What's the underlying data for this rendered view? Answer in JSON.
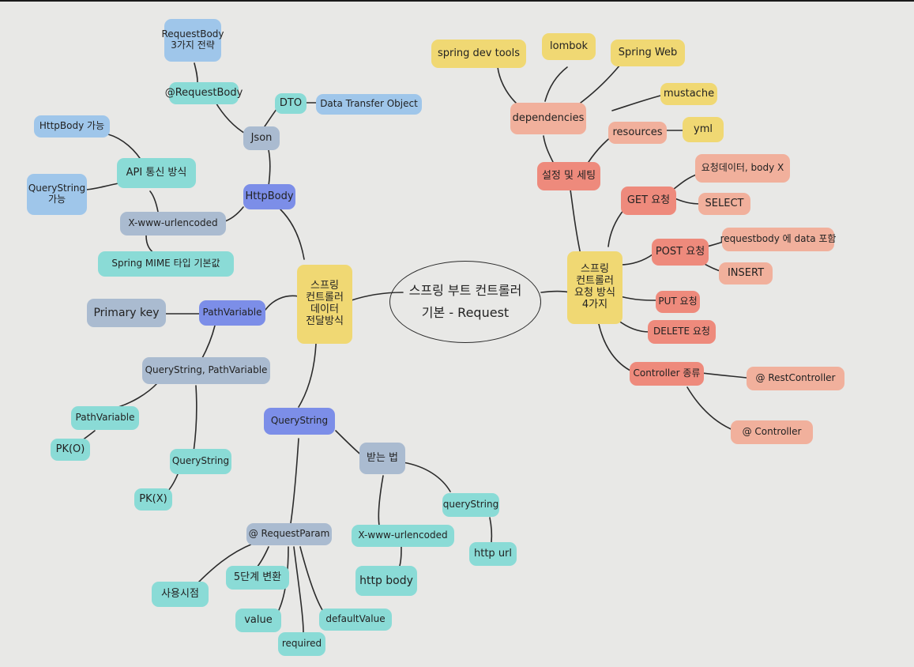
{
  "mindmap": {
    "center": {
      "line1": "스프링 부트 컨트롤러",
      "line2": "기본 - Request"
    },
    "left_hub": {
      "l1": "스프링",
      "l2": "컨트롤러",
      "l3": "데이터",
      "l4": "전달방식"
    },
    "right_hub": {
      "l1": "스프링",
      "l2": "컨트롤러",
      "l3": "요청 방식",
      "l4": "4가지"
    },
    "left": {
      "requestbody_3": {
        "l1": "RequestBody",
        "l2": "3가지 전략"
      },
      "at_requestbody": "@RequestBody",
      "dto": "DTO",
      "data_transfer_object": "Data Transfer Object",
      "json": "Json",
      "httpbody": "HttpBody",
      "httpbody_ok": "HttpBody 가능",
      "api_methods": "API 통신 방식",
      "querystring_ok": {
        "l1": "QueryString",
        "l2": "가능"
      },
      "x_www_urlencoded": "X-www-urlencoded",
      "spring_mime_default": "Spring MIME 타입 기본값",
      "primary_key": "Primary key",
      "pathvariable": "PathVariable",
      "qs_pv": "QueryString, PathVariable",
      "pathvariable2": "PathVariable",
      "pk_o": "PK(O)",
      "querystring2": "QueryString",
      "pk_x": "PK(X)",
      "querystring_main": "QueryString",
      "receive_method": "받는 법",
      "querystring3": "queryString",
      "http_url": "http url",
      "x_www_urlencoded2": "X-www-urlencoded",
      "http_body": "http body",
      "at_requestparam": "@ RequestParam",
      "usage": "사용시점",
      "steps5": "5단계 변환",
      "value": "value",
      "default_value": "defaultValue",
      "required": "required"
    },
    "right": {
      "spring_dev_tools": "spring dev tools",
      "lombok": "lombok",
      "spring_web": "Spring Web",
      "mustache": "mustache",
      "dependencies": "dependencies",
      "resources": "resources",
      "yml": "yml",
      "settings": "설정 및 세팅",
      "get": "GET 요청",
      "get_params": "요청데이터, body X",
      "select": "SELECT",
      "post": "POST 요청",
      "post_body": "requestbody 에 data 포함",
      "insert": "INSERT",
      "put": "PUT 요청",
      "delete": "DELETE 요청",
      "controller_types": "Controller 종류",
      "restcontroller": "@ RestController",
      "controller": "@ Controller"
    },
    "colors": {
      "yellow": "#f0d873",
      "pink": "#f1b09c",
      "red": "#ee8a7c",
      "light_blue": "#9fc6ea",
      "teal": "#8adbd6",
      "slate": "#aabbd0",
      "blue": "#7c8ee8"
    }
  }
}
